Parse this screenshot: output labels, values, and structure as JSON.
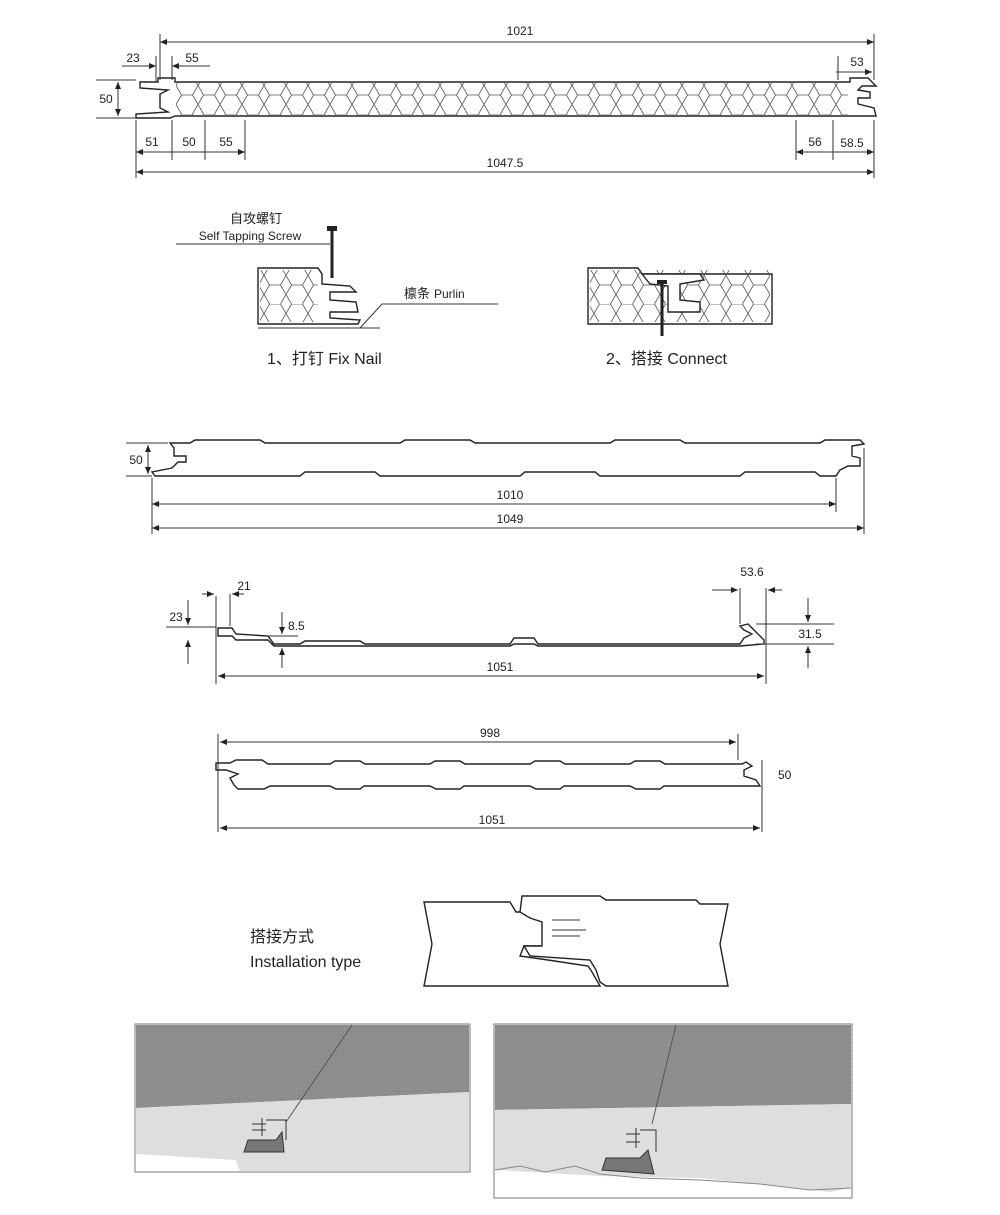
{
  "section1": {
    "dims": {
      "top_total": "1021",
      "left_top_a": "23",
      "left_top_b": "55",
      "right_top": "53",
      "thickness": "50",
      "bottom_a": "51",
      "bottom_b": "50",
      "bottom_c": "55",
      "bottom_right_a": "56",
      "bottom_right_b": "58.5",
      "bottom_total": "1047.5"
    }
  },
  "section2": {
    "screw_label_cn": "自攻螺钉",
    "screw_label_en": "Self Tapping Screw",
    "purlin_label_cn": "檩条",
    "purlin_label_en": "Purlin",
    "step1_caption": "1、打钉   Fix Nail",
    "step2_caption": "2、搭接   Connect"
  },
  "section3": {
    "thickness": "50",
    "inner_width": "1010",
    "total_width": "1049"
  },
  "section4": {
    "left_a": "23",
    "left_b": "21",
    "rib": "8.5",
    "right_a": "53.6",
    "right_b": "31.5",
    "total_width": "1051"
  },
  "section5": {
    "inner_width": "998",
    "thickness": "50",
    "total_width": "1051"
  },
  "section6": {
    "title_cn": "搭接方式",
    "title_en": "Installation type"
  },
  "colors": {
    "line": "#222222",
    "panel_dark": "#8a8a8a",
    "panel_light": "#dcdcdc",
    "background": "#ffffff"
  }
}
